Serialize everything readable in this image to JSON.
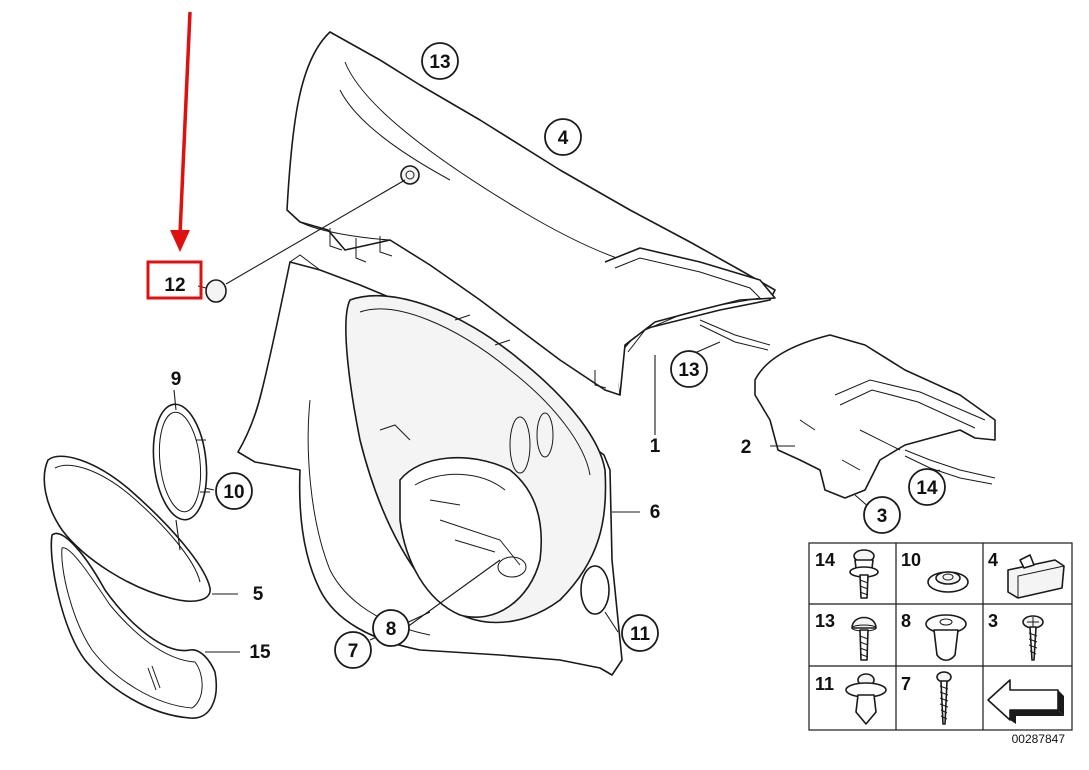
{
  "diagram": {
    "callouts": [
      {
        "id": "c13a",
        "label": "13",
        "circled": true
      },
      {
        "id": "c4",
        "label": "4",
        "circled": true
      },
      {
        "id": "c12",
        "label": "12",
        "circled": false,
        "highlighted": true
      },
      {
        "id": "c13b",
        "label": "13",
        "circled": true
      },
      {
        "id": "c9",
        "label": "9",
        "circled": false
      },
      {
        "id": "c10",
        "label": "10",
        "circled": true
      },
      {
        "id": "c1",
        "label": "1",
        "circled": false
      },
      {
        "id": "c2",
        "label": "2",
        "circled": false
      },
      {
        "id": "c14",
        "label": "14",
        "circled": true
      },
      {
        "id": "c3",
        "label": "3",
        "circled": true
      },
      {
        "id": "c6",
        "label": "6",
        "circled": false
      },
      {
        "id": "c5",
        "label": "5",
        "circled": false
      },
      {
        "id": "c15",
        "label": "15",
        "circled": false
      },
      {
        "id": "c8",
        "label": "8",
        "circled": true
      },
      {
        "id": "c7",
        "label": "7",
        "circled": true
      },
      {
        "id": "c11",
        "label": "11",
        "circled": true
      }
    ],
    "fastener_table": [
      {
        "label": "14",
        "item": "screw-with-washer"
      },
      {
        "label": "10",
        "item": "clip-nut"
      },
      {
        "label": "4",
        "item": "trim-clip"
      },
      {
        "label": "13",
        "item": "round-head-screw"
      },
      {
        "label": "8",
        "item": "expanding-rivet"
      },
      {
        "label": "3",
        "item": "self-tapping-screw"
      },
      {
        "label": "11",
        "item": "push-fastener"
      },
      {
        "label": "7",
        "item": "long-screw"
      },
      {
        "label": "",
        "item": "direction-arrow"
      }
    ],
    "drawing_number": "00287847",
    "highlight_color": "#e01010"
  }
}
